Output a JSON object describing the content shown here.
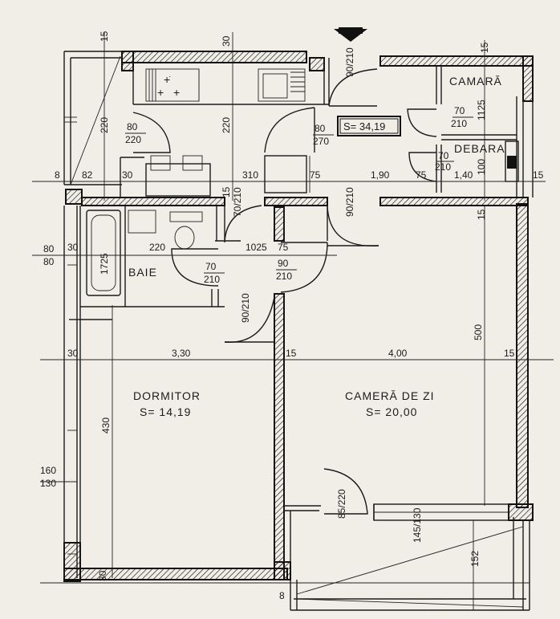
{
  "rooms": {
    "dormitor": {
      "name": "DORMITOR",
      "area": "S= 14,19"
    },
    "camera_de_zi": {
      "name": "CAMERĂ DE ZI",
      "area": "S= 20,00"
    },
    "camara": {
      "name": "CAMARĂ"
    },
    "debara": {
      "name": "DEBARA"
    },
    "baie": {
      "name": "BAIE"
    },
    "hol_area": {
      "area": "S= 34,19"
    }
  },
  "doors": {
    "entrance": {
      "width": "90",
      "height": "210"
    },
    "hall_top": {
      "width": "80",
      "height": "270"
    },
    "kitchen": {
      "width": "80",
      "height": "220"
    },
    "camara": {
      "width": "70",
      "height": "210"
    },
    "debara": {
      "width": "70",
      "height": "210"
    },
    "living_hall": {
      "width": "90",
      "height": "210"
    },
    "wc": {
      "width": "70",
      "height": "210"
    },
    "baie": {
      "width": "70",
      "height": "210"
    },
    "hall_inner": {
      "width": "90",
      "height": "210"
    },
    "dormitor": {
      "width": "90",
      "height": "210"
    },
    "balcony": {
      "width": "85",
      "height": "220"
    }
  },
  "windows": {
    "left_upper": {
      "width": "80",
      "height": "80"
    },
    "left_lower": {
      "width": "160",
      "height": "130"
    },
    "balcony": {
      "width": "145",
      "height": "130"
    }
  },
  "dimensions": {
    "d15_top": "15",
    "d30_top": "30",
    "d220_kitchen": "220",
    "d220_hall": "220",
    "d15_right": "15",
    "d8": "8",
    "d82": "82",
    "d30_a": "30",
    "d310": "310",
    "d75_a": "75",
    "d190": "1,90",
    "d75_b": "75",
    "d140": "1,40",
    "d100": "100",
    "d15_b": "15",
    "d15_c": "15",
    "d15_d": "15",
    "d1125": "1125",
    "d30_baie": "30",
    "d1725": "1725",
    "d220_baie": "220",
    "d1025": "1025",
    "d75_c": "75",
    "d30_d": "30",
    "d330": "3,30",
    "d15_e": "15",
    "d400": "4,00",
    "d15_f": "15",
    "d500": "500",
    "d15_g": "15",
    "d430": "430",
    "d30_e": "30",
    "d152": "152",
    "d8_b": "8"
  },
  "icons": {
    "north": "north-arrow-icon"
  }
}
